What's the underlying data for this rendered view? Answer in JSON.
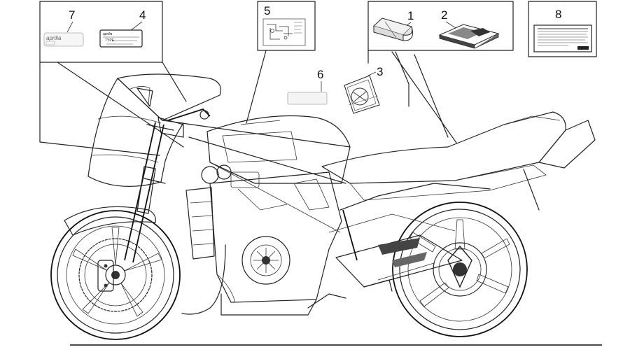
{
  "callouts": [
    {
      "id": "1",
      "label": "1"
    },
    {
      "id": "2",
      "label": "2"
    },
    {
      "id": "3",
      "label": "3"
    },
    {
      "id": "4",
      "label": "4"
    },
    {
      "id": "5",
      "label": "5"
    },
    {
      "id": "6",
      "label": "6"
    },
    {
      "id": "7",
      "label": "7"
    },
    {
      "id": "8",
      "label": "8"
    }
  ],
  "decals": {
    "aprilia_small": "aprilia",
    "aprilia_plate": "aprilia",
    "plate_type": "TYPE"
  }
}
